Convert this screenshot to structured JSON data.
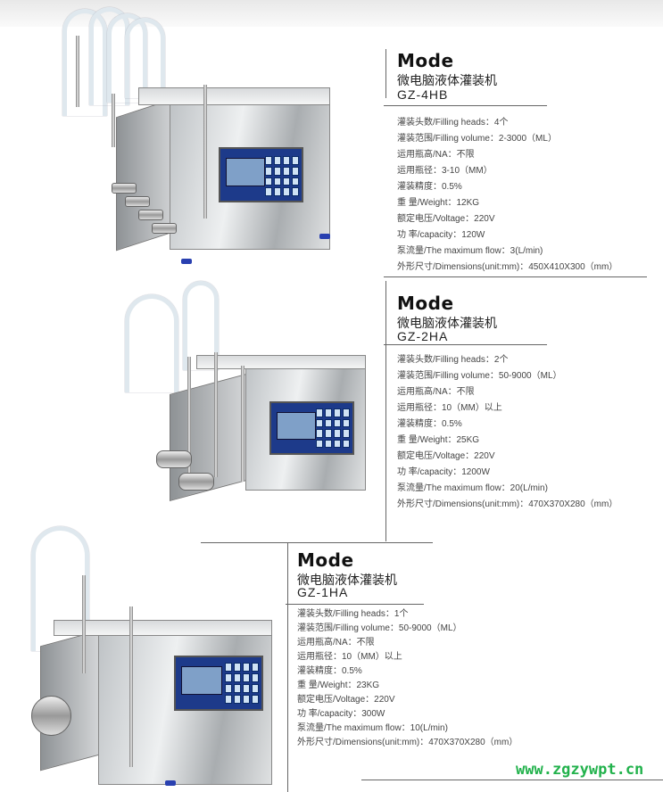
{
  "products": [
    {
      "mode_label": "Mode",
      "name_cn": "微电脑液体灌装机",
      "model": "GZ-4HB",
      "specs": [
        "灌装头数/Filling heads：4个",
        "灌装范围/Filling volume：2-3000（ML）",
        "运用瓶高/NA：不限",
        "运用瓶径：3-10（MM）",
        "灌装精度：0.5%",
        "重  量/Weight：12KG",
        "额定电压/Voltage：220V",
        "功  率/capacity：120W",
        "泵流量/The maximum flow：3(L/min)",
        "外形尺寸/Dimensions(unit:mm)：450X410X300（mm）"
      ]
    },
    {
      "mode_label": "Mode",
      "name_cn": "微电脑液体灌装机",
      "model": "GZ-2HA",
      "specs": [
        "灌装头数/Filling heads：2个",
        "灌装范围/Filling volume：50-9000（ML）",
        "运用瓶高/NA：不限",
        "运用瓶径：10（MM）以上",
        "灌装精度：0.5%",
        "重  量/Weight：25KG",
        "额定电压/Voltage：220V",
        "功  率/capacity：1200W",
        "泵流量/The maximum flow：20(L/min)",
        "外形尺寸/Dimensions(unit:mm)：470X370X280（mm）"
      ]
    },
    {
      "mode_label": "Mode",
      "name_cn": "微电脑液体灌装机",
      "model": "GZ-1HA",
      "specs": [
        "灌装头数/Filling heads：1个",
        "灌装范围/Filling volume：50-9000（ML）",
        "运用瓶高/NA：不限",
        "运用瓶径：10（MM）以上",
        "灌装精度：0.5%",
        "重  量/Weight：23KG",
        "额定电压/Voltage：220V",
        "功  率/capacity：300W",
        "泵流量/The maximum flow：10(L/min)",
        "外形尺寸/Dimensions(unit:mm)：470X370X280（mm）"
      ]
    }
  ],
  "watermark": "www.zgzywpt.cn",
  "colors": {
    "watermark": "#22b24c",
    "keypad": "#1d3a8a"
  }
}
